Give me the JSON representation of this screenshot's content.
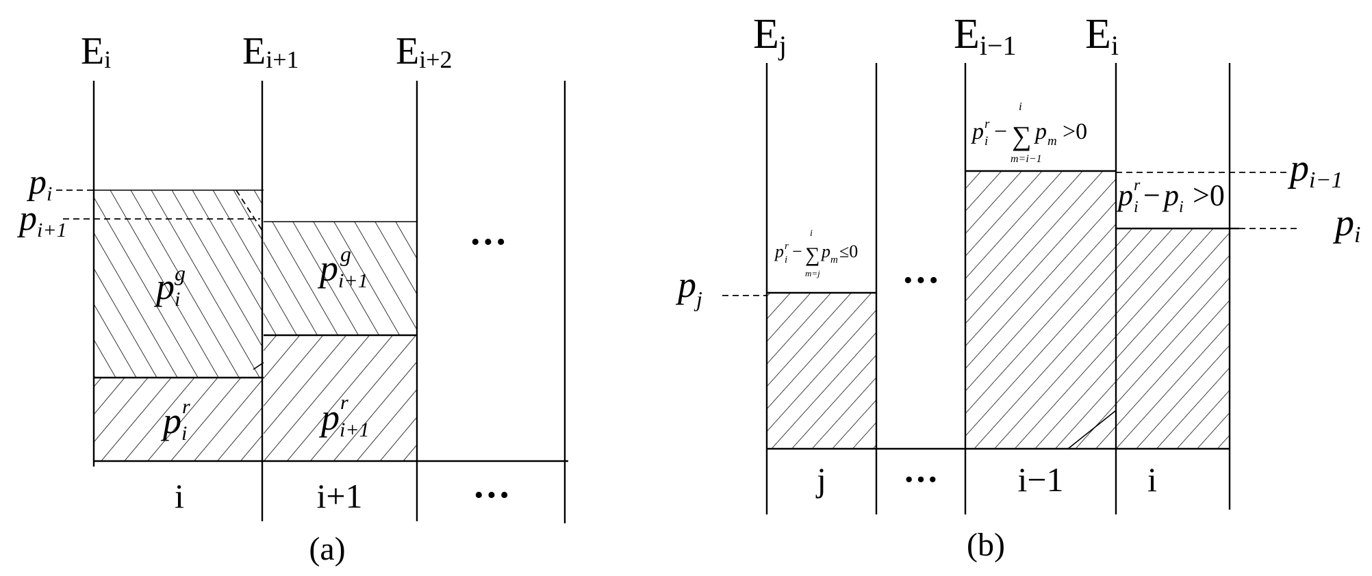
{
  "panel_a": {
    "caption": "(a)",
    "headers": {
      "e_i_base": "E",
      "e_i_sub": "i",
      "e_i1_base": "E",
      "e_i1_sub": "i+1",
      "e_i2_base": "E",
      "e_i2_sub": "i+2"
    },
    "left_labels": {
      "p_i_base": "p",
      "p_i_sub": "i",
      "p_i1_base": "p",
      "p_i1_sub": "i+1"
    },
    "blocks": {
      "pg_i_base": "p",
      "pg_i_sub": "i",
      "pg_i_sup": "g",
      "pg_i1_base": "p",
      "pg_i1_sub": "i+1",
      "pg_i1_sup": "g",
      "pr_i_base": "p",
      "pr_i_sub": "i",
      "pr_i_sup": "r",
      "pr_i1_base": "p",
      "pr_i1_sub": "i+1",
      "pr_i1_sup": "r"
    },
    "ellipsis_upper": "···",
    "columns": {
      "c1": "i",
      "c2": "i+1",
      "c3": "···"
    }
  },
  "panel_b": {
    "caption": "(b)",
    "headers": {
      "e_j_base": "E",
      "e_j_sub": "j",
      "e_im1_base": "E",
      "e_im1_sub": "i−1",
      "e_i_base": "E",
      "e_i_sub": "i"
    },
    "left_label": {
      "p_j_base": "p",
      "p_j_sub": "j"
    },
    "right_labels": {
      "p_im1_base": "p",
      "p_im1_sub": "i−1",
      "p_i_base": "p",
      "p_i_sub": "i"
    },
    "formula_j": {
      "p": "p",
      "sup": "r",
      "sub": "i",
      "minus": "−",
      "sigma": "∑",
      "sum_top": "i",
      "sum_bot": "m=j",
      "pm": "p",
      "pm_sub": "m",
      "rel": "≤0"
    },
    "formula_im1": {
      "p": "p",
      "sup": "r",
      "sub": "i",
      "minus": "−",
      "sigma": "∑",
      "sum_top": "i",
      "sum_bot": "m=i−1",
      "pm": "p",
      "pm_sub": "m",
      "rel": ">0"
    },
    "formula_i": {
      "p": "p",
      "sup": "r",
      "sub": "i",
      "minus": "−",
      "p2": "p",
      "p2_sub": "i",
      "rel": ">0"
    },
    "ellipsis_upper": "···",
    "columns": {
      "c1": "j",
      "c2": "···",
      "c3": "i−1",
      "c4": "i"
    }
  }
}
